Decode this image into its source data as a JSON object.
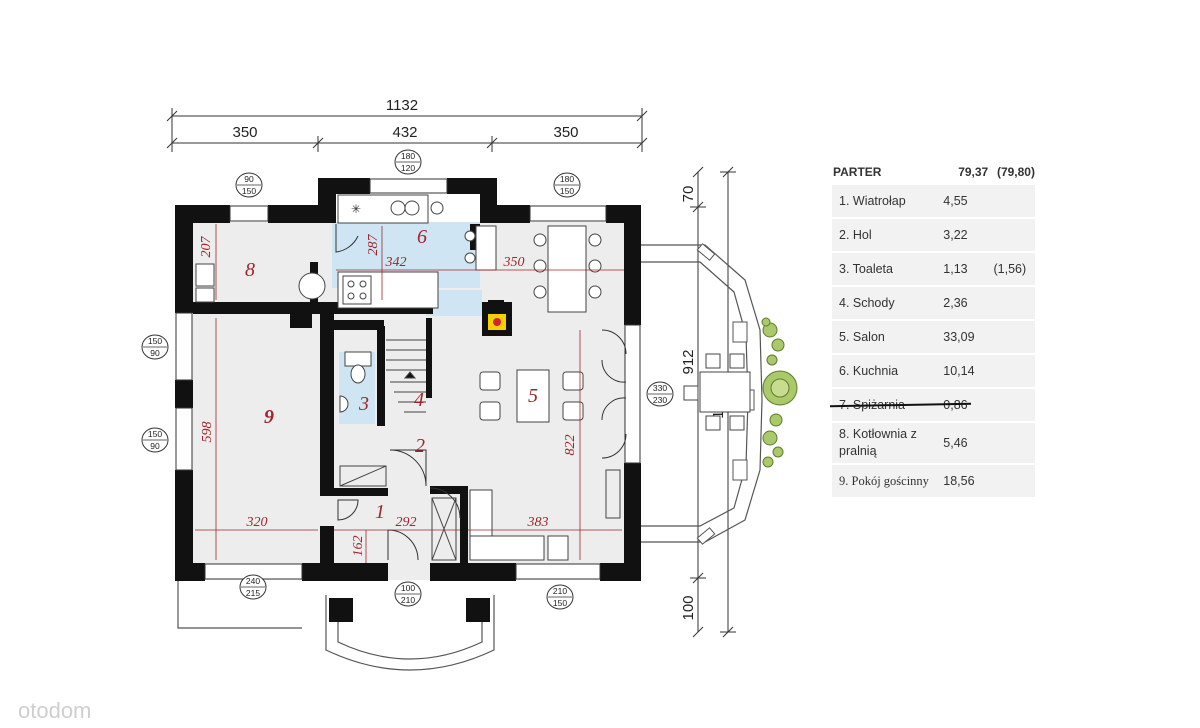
{
  "plan": {
    "overall_width": "1132",
    "segment_left": "350",
    "segment_middle": "432",
    "segment_right": "350",
    "right_dim_top": "70",
    "right_dim_middle": "912",
    "right_dim_total": "1082",
    "right_dim_bottom": "100",
    "rooms": {
      "r1": "1",
      "r2": "2",
      "r3": "3",
      "r4": "4",
      "r5": "5",
      "r6": "6",
      "r8": "8",
      "r9": "9"
    },
    "inner_dims": {
      "d207": "207",
      "d287": "287",
      "d342": "342",
      "d350": "350",
      "d598": "598",
      "d320": "320",
      "d822": "822",
      "d292": "292",
      "d383": "383",
      "d162": "162"
    },
    "windows": {
      "w1": [
        "90",
        "150"
      ],
      "w2": [
        "180",
        "120"
      ],
      "w3": [
        "180",
        "150"
      ],
      "w4": [
        "150",
        "90"
      ],
      "w5": [
        "150",
        "90"
      ],
      "w6": [
        "330",
        "230"
      ],
      "w7": [
        "240",
        "215"
      ],
      "w8": [
        "100",
        "210"
      ],
      "w9": [
        "210",
        "150"
      ]
    },
    "watermark": "otodom"
  },
  "legend": {
    "title": "PARTER",
    "total": "79,37",
    "total_alt": "(79,80)",
    "rows": [
      {
        "name": "1. Wiatrołap",
        "area": "4,55",
        "alt": ""
      },
      {
        "name": "2. Hol",
        "area": "3,22",
        "alt": ""
      },
      {
        "name": "3. Toaleta",
        "area": "1,13",
        "alt": "(1,56)"
      },
      {
        "name": "4. Schody",
        "area": "2,36",
        "alt": ""
      },
      {
        "name": "5. Salon",
        "area": "33,09",
        "alt": ""
      },
      {
        "name": "6. Kuchnia",
        "area": "10,14",
        "alt": ""
      },
      {
        "name": "7. Spiżarnia",
        "area": "0,86",
        "alt": ""
      },
      {
        "name": "8. Kotłownia z pralnią",
        "area": "5,46",
        "alt": ""
      },
      {
        "name": "9. Pokój gościnny",
        "area": "18,56",
        "alt": ""
      }
    ]
  }
}
